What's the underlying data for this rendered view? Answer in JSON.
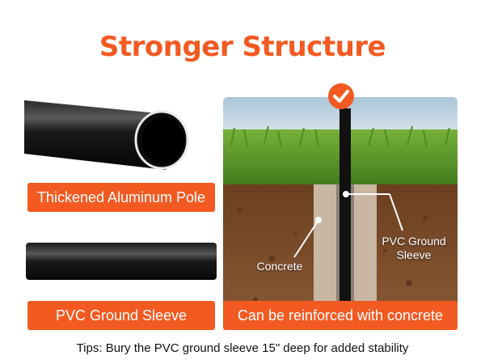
{
  "title": "Stronger Structure",
  "labels": {
    "pole": "Thickened Aluminum Pole",
    "sleeve": "PVC Ground Sleeve",
    "concrete_caption": "Can be reinforced with concrete"
  },
  "scene": {
    "concrete": "Concrete",
    "sleeve_line1": "PVC Ground",
    "sleeve_line2": "Sleeve"
  },
  "tips": "Tips: Bury the PVC ground sleeve 15\" deep for added stability",
  "colors": {
    "accent": "#F25A22",
    "title": "#F25A22",
    "grass": "#5E9A2E",
    "soil": "#7A4A2A",
    "sleeve": "#C9B7A3",
    "pole": "#111111"
  },
  "icons": {
    "check": "checkmark-badge-icon"
  }
}
